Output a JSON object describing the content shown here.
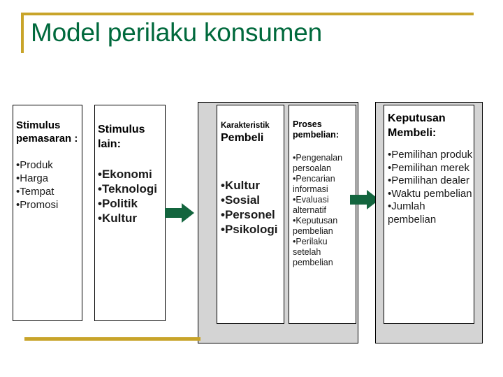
{
  "slide": {
    "title": "Model perilaku konsumen",
    "title_color": "#00693C",
    "accent_rule_color": "#C8A42A",
    "arrow_color": "#13653E",
    "container_fill": "#D4D4D4"
  },
  "columns": [
    {
      "id": "stimulus-pemasaran",
      "header": "Stimulus pemasaran :",
      "items": [
        "Produk",
        "Harga",
        "Tempat",
        "Promosi"
      ]
    },
    {
      "id": "stimulus-lain",
      "header": "Stimulus lain:",
      "items": [
        "Ekonomi",
        "Teknologi",
        "Politik",
        "Kultur"
      ]
    },
    {
      "id": "karakteristik-pembeli",
      "header_small": "Karakteristik",
      "header_large": "Pembeli",
      "items": [
        "Kultur",
        "Sosial",
        "Personel",
        "Psikologi"
      ]
    },
    {
      "id": "proses-pembelian",
      "header": "Proses pembelian:",
      "items": [
        "Pengenalan persoalan",
        "Pencarian informasi",
        "Evaluasi alternatif",
        "Keputusan pembelian",
        "Perilaku setelah pembelian"
      ]
    },
    {
      "id": "keputusan-membeli",
      "header": "Keputusan Membeli:",
      "items": [
        "Pemilihan produk",
        "Pemilihan merek",
        "Pemilihan dealer",
        "Waktu pembelian",
        "Jumlah pembelian"
      ]
    }
  ],
  "bullet_glyph": "•"
}
